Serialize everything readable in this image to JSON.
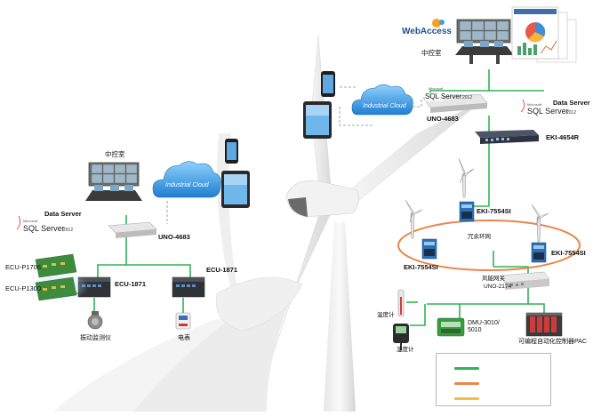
{
  "brand": {
    "webaccess": "WebAccess"
  },
  "right": {
    "control_room": "中控室",
    "sql_small": "Microsoft",
    "sql_main": "SQL Server",
    "sql_ver": "2012",
    "data_server": "Data Server",
    "cloud": "Industrial Cloud",
    "uno_main": "UNO-4683",
    "switch": "EKI-4654R",
    "eki_top": "EKI-7554SI",
    "eki_left": "EKI-7554SI",
    "eki_right": "EKI-7554SI",
    "ring": "冗余环网",
    "gateway_line1": "风能网关",
    "gateway_line2": "UNO-2174",
    "thermometer": "温度计",
    "hygrometer": "湿度计",
    "dmu_line1": "DMU-3010/",
    "dmu_line2": "5010",
    "pac": "可编程自动化控制器PAC"
  },
  "left": {
    "control_room": "中控室",
    "data_server": "Data Server",
    "sql_small": "Microsoft",
    "sql_main": "SQL Server",
    "sql_ver": "2012",
    "cloud": "Industrial Cloud",
    "uno": "UNO-4683",
    "ecu_left": "ECU-1871",
    "ecu_right": "ECU-1871",
    "card1": "ECU-P1706",
    "card2": "ECU-P1300",
    "vibration": "振动监测仪",
    "meter": "电表"
  },
  "colors": {
    "network": "#2fb457",
    "ring": "#e9864d",
    "serial": "#f2bf3f",
    "wireless": "#a9a9a9",
    "cloud": "#2d8fdc"
  },
  "legend": {
    "items": [
      {
        "color": "#2fb457"
      },
      {
        "color": "#e9864d"
      },
      {
        "color": "#f2bf3f"
      }
    ]
  }
}
